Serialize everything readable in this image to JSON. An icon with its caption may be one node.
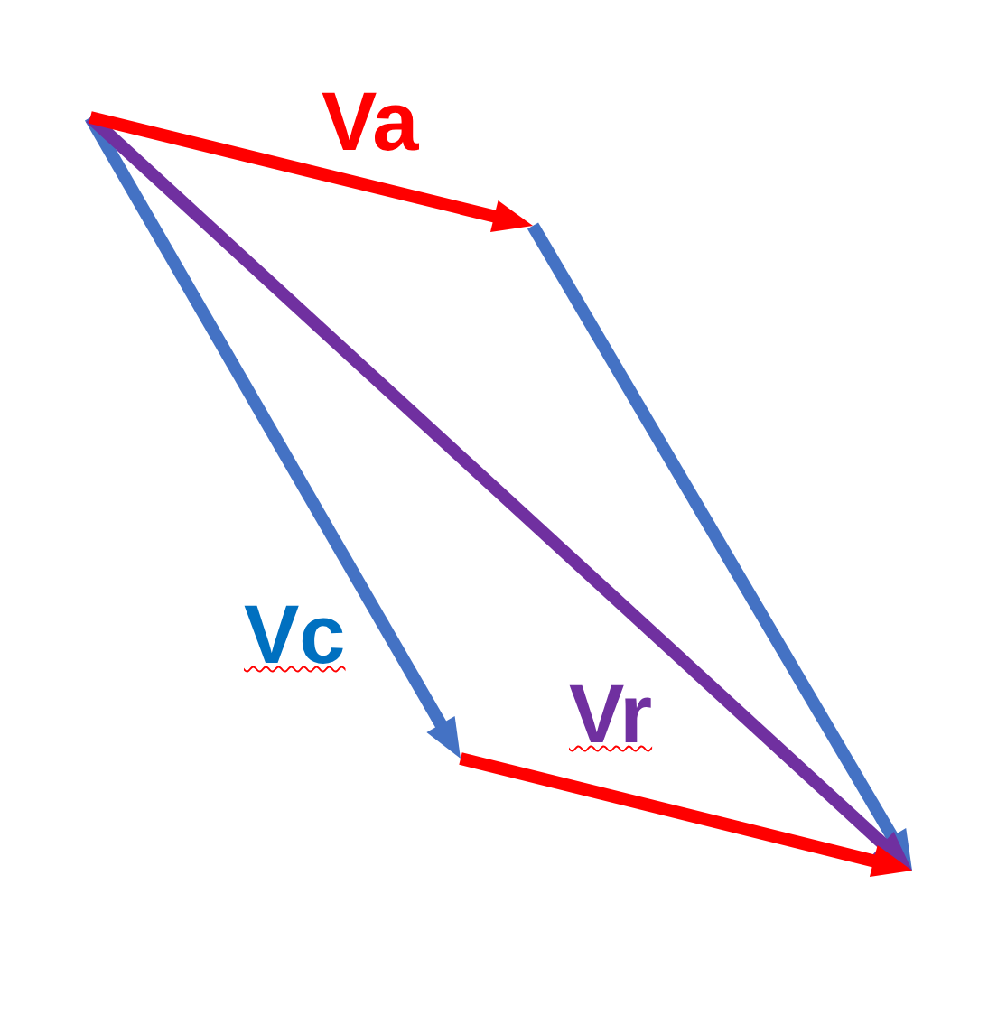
{
  "diagram": {
    "labels": [
      "Va",
      "Vc",
      "Vr"
    ]
  }
}
